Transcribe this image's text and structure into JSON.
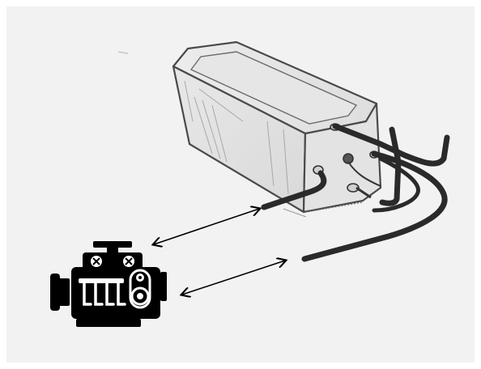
{
  "figure": {
    "background_color": "#f2f2f2",
    "ink_color": "#000000",
    "sketch_color": "#5c5c5c",
    "elements": [
      {
        "name": "battery-box-sketch",
        "icon": "battery-sketch"
      },
      {
        "name": "engine-icon",
        "icon": "engine-block-icon"
      },
      {
        "name": "double-arrow-upper",
        "icon": "double-headed-arrow"
      },
      {
        "name": "double-arrow-lower",
        "icon": "double-headed-arrow"
      }
    ]
  }
}
